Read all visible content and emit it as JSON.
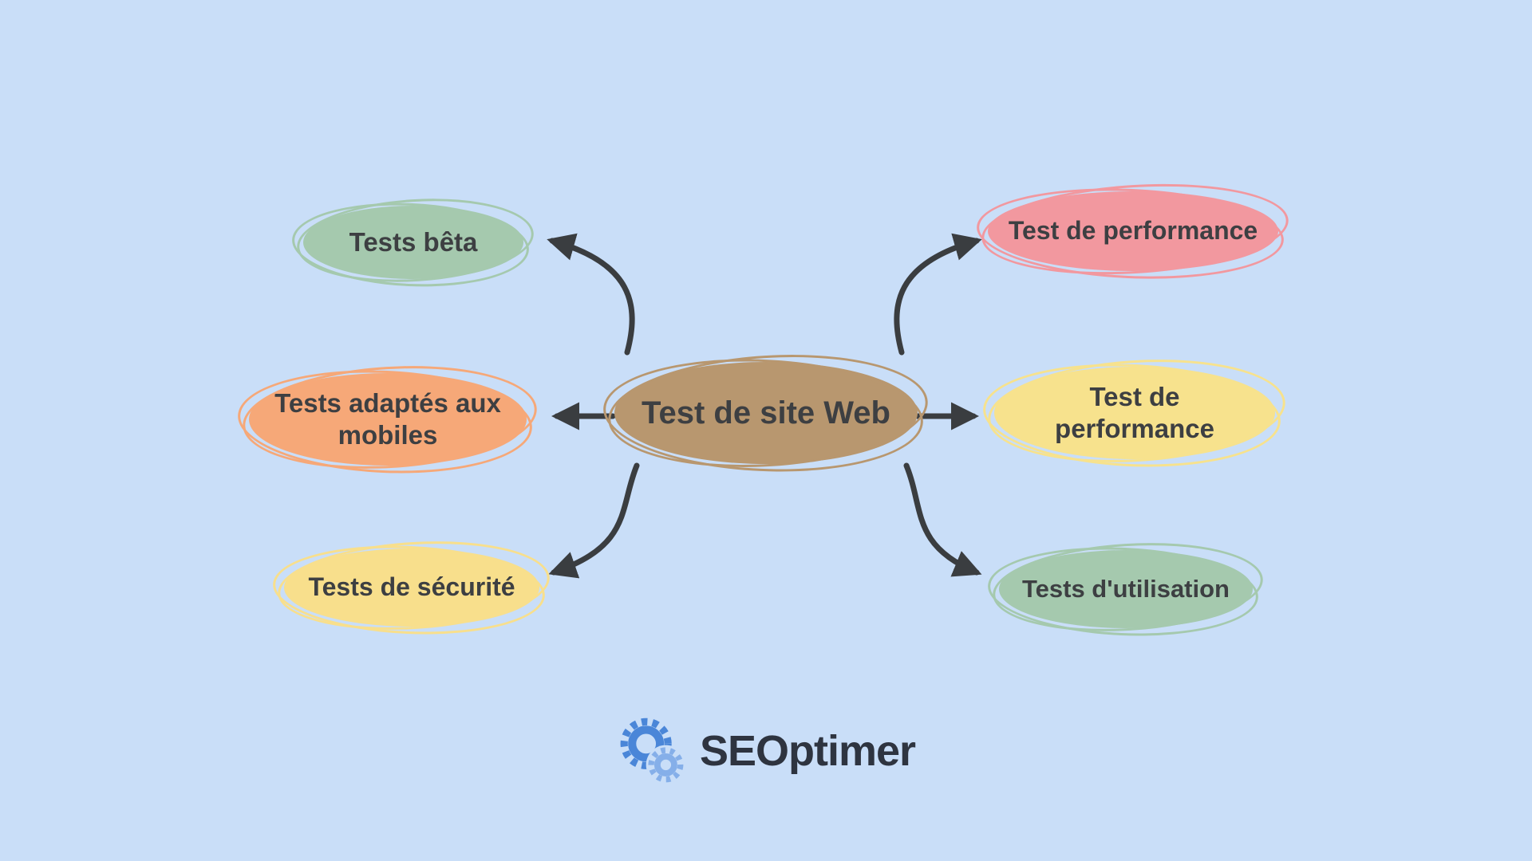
{
  "colors": {
    "background": "#c9def8",
    "text": "#3d3f42",
    "arrow": "#3a3d40"
  },
  "center": {
    "id": "test-de-site-web",
    "label": "Test de site Web",
    "color": "#b8976f"
  },
  "nodes": [
    {
      "id": "tests-beta",
      "label": "Tests bêta",
      "color": "#a5c9ae",
      "position": "top-left"
    },
    {
      "id": "tests-adaptes-mobiles",
      "label": "Tests adaptés aux mobiles",
      "color": "#f6a878",
      "position": "middle-left"
    },
    {
      "id": "tests-securite",
      "label": "Tests de sécurité",
      "color": "#f8df8c",
      "position": "bottom-left"
    },
    {
      "id": "test-performance-top",
      "label": "Test de performance",
      "color": "#f2989f",
      "position": "top-right"
    },
    {
      "id": "test-performance-middle",
      "label": "Test de performance",
      "color": "#f7e28d",
      "position": "middle-right"
    },
    {
      "id": "tests-utilisation",
      "label": "Tests d'utilisation",
      "color": "#a5c9ae",
      "position": "bottom-right"
    }
  ],
  "edges": [
    {
      "from": "test-de-site-web",
      "to": "tests-beta"
    },
    {
      "from": "test-de-site-web",
      "to": "tests-adaptes-mobiles"
    },
    {
      "from": "test-de-site-web",
      "to": "tests-securite"
    },
    {
      "from": "test-de-site-web",
      "to": "test-performance-top"
    },
    {
      "from": "test-de-site-web",
      "to": "test-performance-middle"
    },
    {
      "from": "test-de-site-web",
      "to": "tests-utilisation"
    }
  ],
  "logo": {
    "text": "SEOptimer",
    "text_color": "#2e3440",
    "icon": "gear-icon",
    "icon_primary_color": "#4a86d8",
    "icon_secondary_color": "#85afe9"
  }
}
